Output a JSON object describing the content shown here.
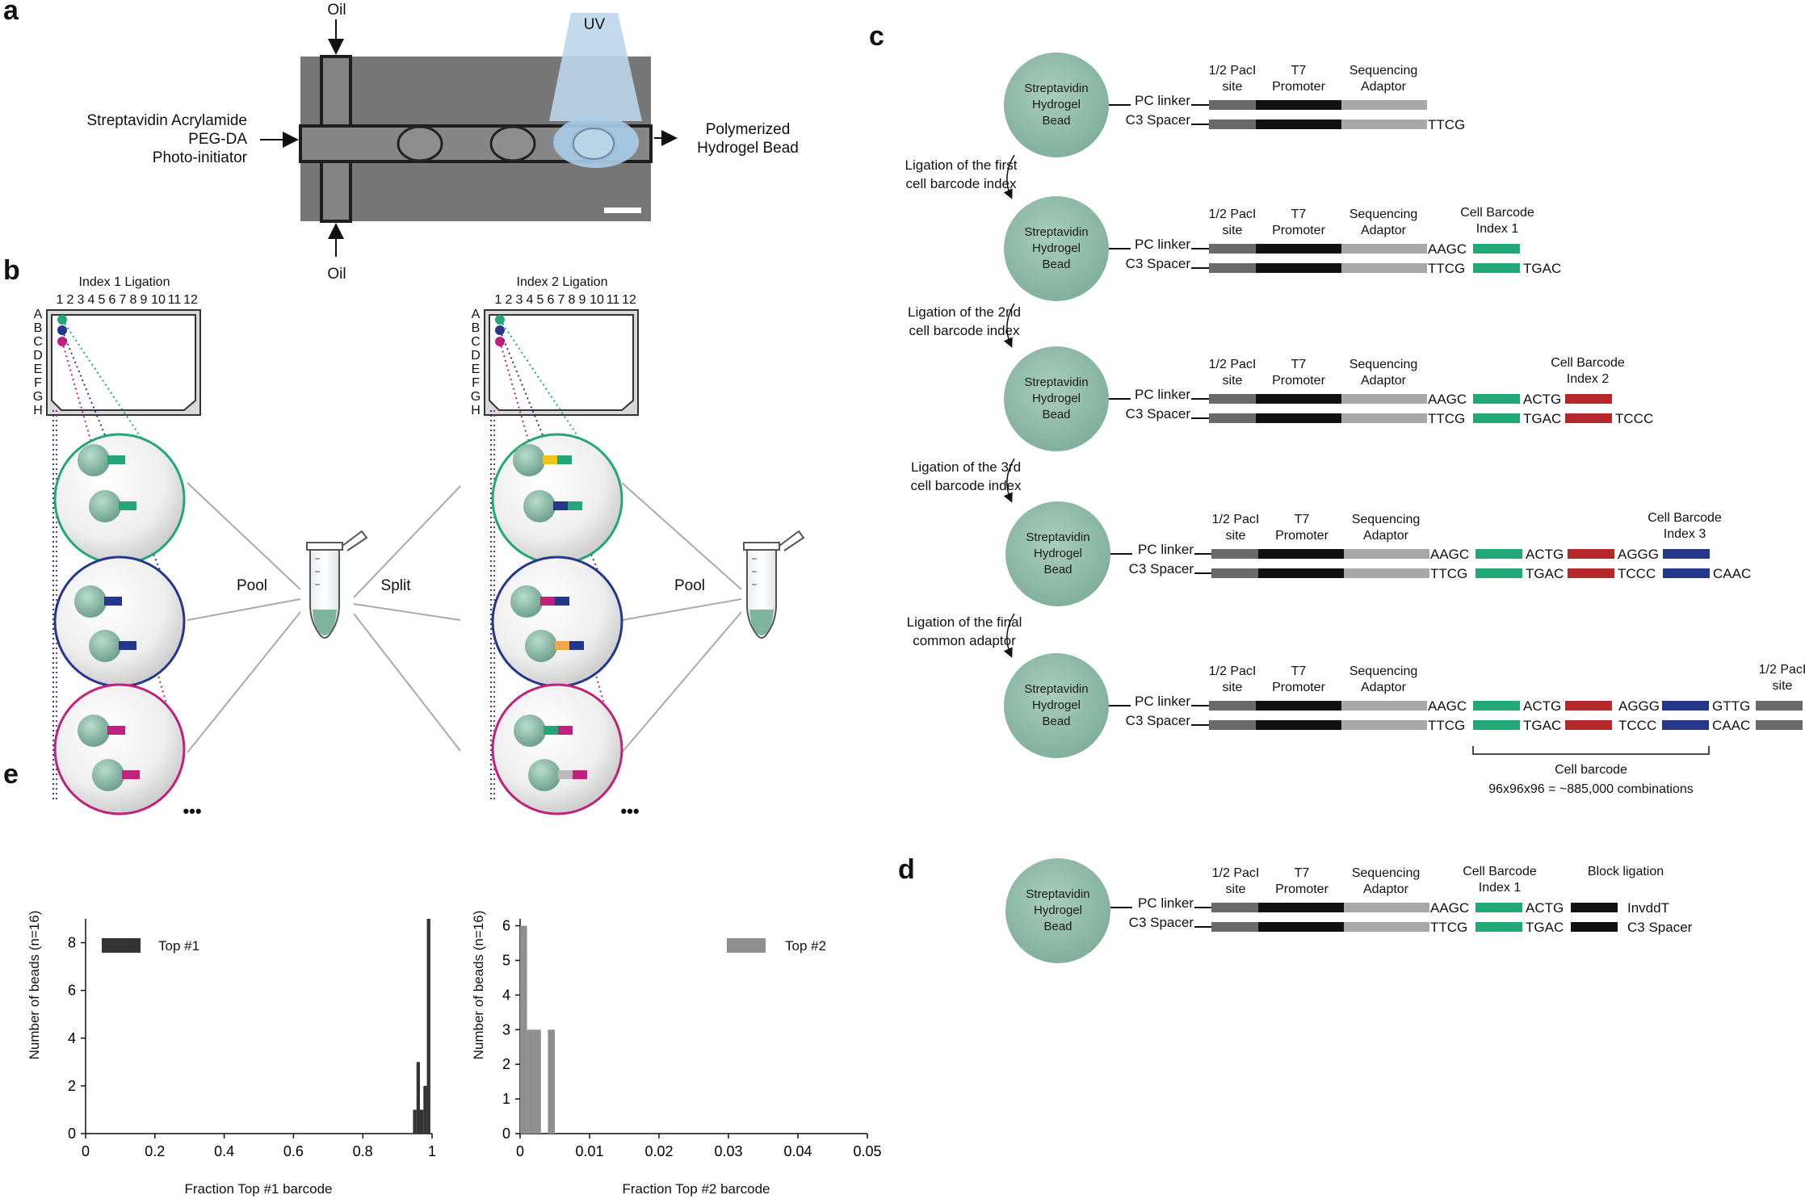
{
  "panels": {
    "a": "a",
    "b": "b",
    "c": "c",
    "d": "d",
    "e": "e"
  },
  "panel_a": {
    "oil_top": "Oil",
    "oil_bottom": "Oil",
    "uv": "UV",
    "inputs": [
      "Streptavidin Acrylamide",
      "PEG-DA",
      "Photo-initiator"
    ],
    "output": [
      "Polymerized",
      "Hydrogel Bead"
    ]
  },
  "panel_b": {
    "index1_title": "Index 1 Ligation",
    "index2_title": "Index 2 Ligation",
    "columns": [
      "1",
      "2",
      "3",
      "4",
      "5",
      "6",
      "7",
      "8",
      "9",
      "10",
      "11",
      "12"
    ],
    "rows": [
      "A",
      "B",
      "C",
      "D",
      "E",
      "F",
      "G",
      "H"
    ],
    "pool": "Pool",
    "split": "Split",
    "pool2": "Pool",
    "ellipsis": "•••",
    "ellipsis2": "•••"
  },
  "panel_c": {
    "bead": [
      "Streptavidin",
      "Hydrogel",
      "Bead"
    ],
    "pc_linker": "PC linker",
    "c3_spacer": "C3 Spacer",
    "paci": [
      "1/2 PacI",
      "site"
    ],
    "t7": [
      "T7",
      "Promoter"
    ],
    "adaptor": [
      "Sequencing",
      "Adaptor"
    ],
    "cb1": [
      "Cell Barcode",
      "Index 1"
    ],
    "cb2": [
      "Cell Barcode",
      "Index 2"
    ],
    "cb3": [
      "Cell Barcode",
      "Index 3"
    ],
    "steps": [
      [
        "Ligation of the first",
        "cell barcode index"
      ],
      [
        "Ligation of the 2nd",
        "cell barcode index"
      ],
      [
        "Ligation of the 3rd",
        "cell barcode index"
      ],
      [
        "Ligation of the final",
        "common adaptor"
      ]
    ],
    "seq": {
      "ttcg": "TTCG",
      "aagc": "AAGC",
      "tgac": "TGAC",
      "actg": "ACTG",
      "tccc": "TCCC",
      "aggg": "AGGG",
      "caac": "CAAC",
      "gttg": "GTTG"
    },
    "paci_end": [
      "1/2 PacI",
      "site"
    ],
    "cell_barcode": "Cell barcode",
    "combinations": "96x96x96 = ~885,000 combinations"
  },
  "panel_d": {
    "cb1": [
      "Cell Barcode",
      "Index 1"
    ],
    "block": "Block ligation",
    "invddt": "InvddT",
    "c3_end": "C3 Spacer"
  },
  "colors": {
    "green": "#21a876",
    "red": "#b5282c",
    "blue": "#25368d",
    "magenta": "#c0217a",
    "yellow": "#f0c419",
    "orange": "#f0a64a",
    "bead": "#8fbfac"
  },
  "chart_data": [
    {
      "type": "bar",
      "xlabel": "Fraction Top #1 barcode",
      "ylabel": "Number of beads (n=16)",
      "legend": "Top #1",
      "legend_position": "top-left",
      "xlim": [
        0,
        1
      ],
      "ylim": [
        0,
        9
      ],
      "xticks": [
        "0",
        "0.2",
        "0.4",
        "0.6",
        "0.8",
        "1"
      ],
      "yticks": [
        "0",
        "2",
        "4",
        "6",
        "8"
      ],
      "color": "#333333",
      "bins": [
        {
          "x": 0.95,
          "value": 1
        },
        {
          "x": 0.96,
          "value": 3
        },
        {
          "x": 0.97,
          "value": 1
        },
        {
          "x": 0.98,
          "value": 2
        },
        {
          "x": 0.99,
          "value": 9
        }
      ]
    },
    {
      "type": "bar",
      "xlabel": "Fraction Top #2 barcode",
      "ylabel": "Number of beads (n=16)",
      "legend": "Top #2",
      "legend_position": "top-right",
      "xlim": [
        0,
        0.05
      ],
      "ylim": [
        0,
        6.2
      ],
      "xticks": [
        "0",
        "0.01",
        "0.02",
        "0.03",
        "0.04",
        "0.05"
      ],
      "yticks": [
        "0",
        "1",
        "2",
        "3",
        "4",
        "5",
        "6"
      ],
      "color": "#8f8f8f",
      "bins": [
        {
          "x": 0.0005,
          "value": 6
        },
        {
          "x": 0.0015,
          "value": 3
        },
        {
          "x": 0.0025,
          "value": 3
        },
        {
          "x": 0.0045,
          "value": 3
        }
      ]
    }
  ]
}
